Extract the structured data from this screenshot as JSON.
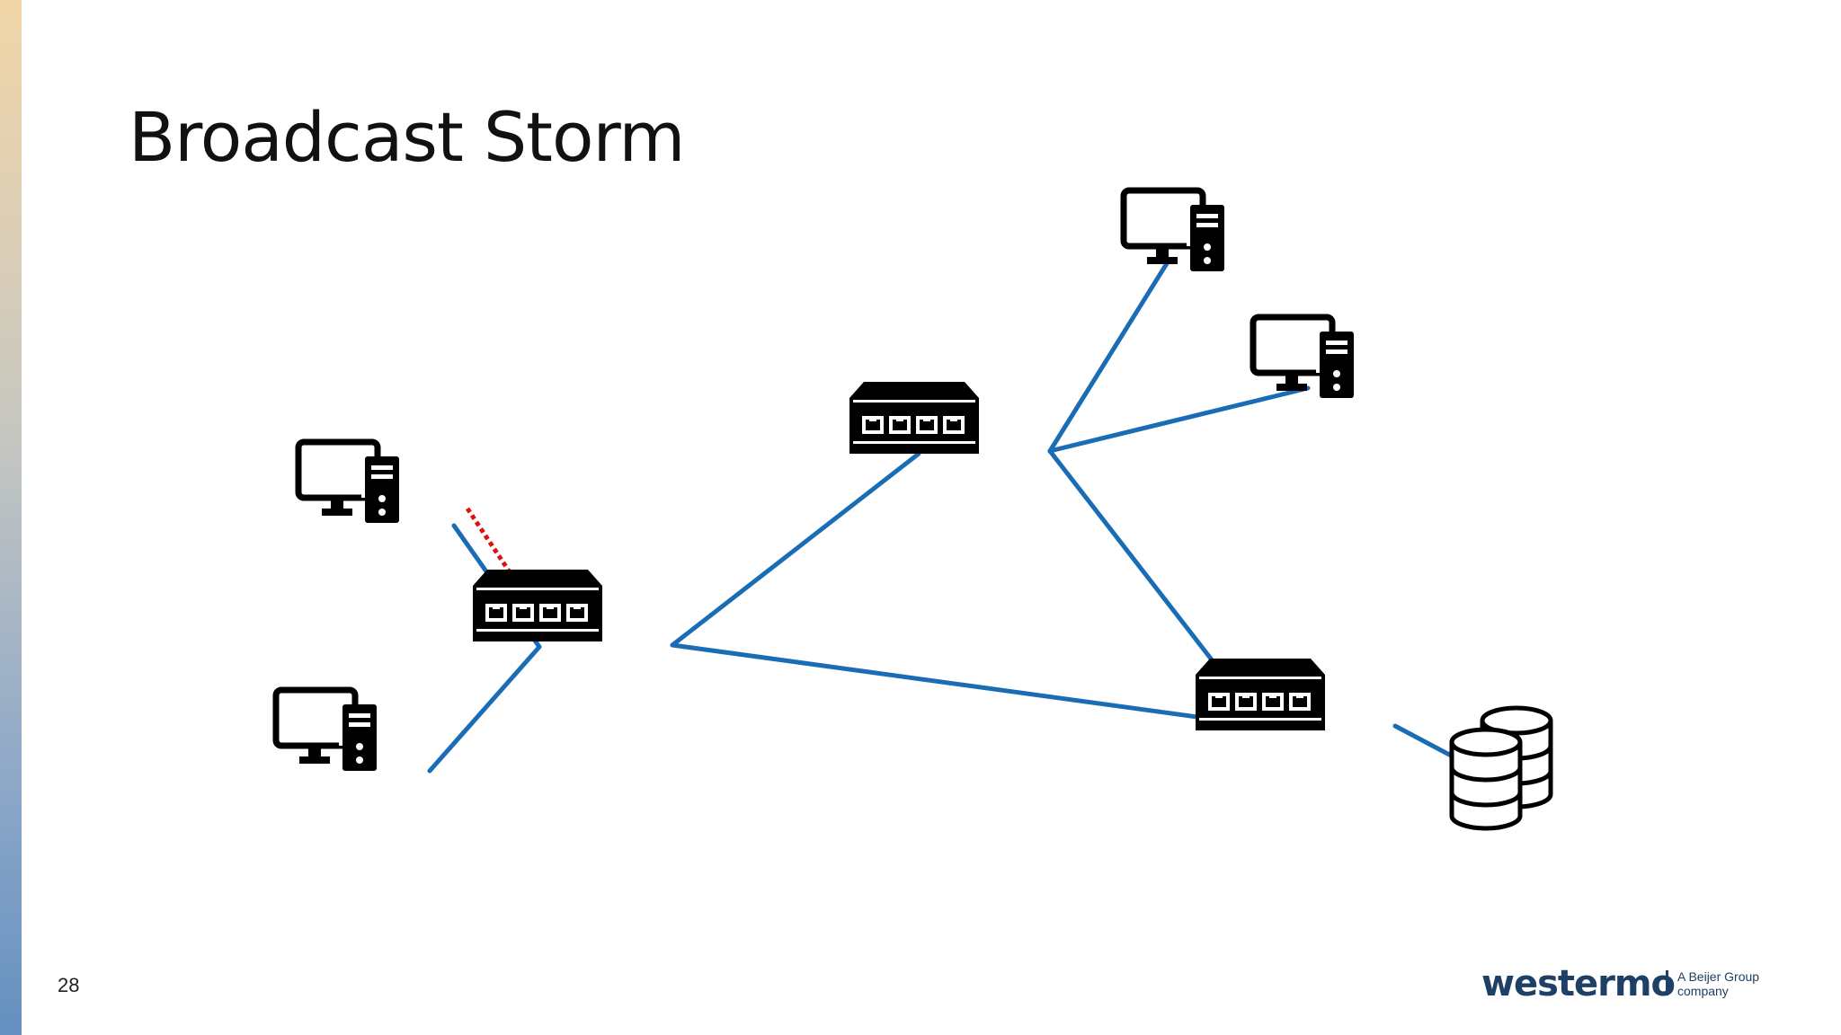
{
  "slide": {
    "title": "Broadcast Storm",
    "page_number": "28"
  },
  "logo": {
    "wordmark": "westermo",
    "tagline_line1": "A Beijer Group",
    "tagline_line2": "company"
  },
  "colors": {
    "link": "#1a6db5",
    "broadcast_arrow": "#e01010",
    "device": "#000000"
  },
  "diagram": {
    "nodes": [
      {
        "id": "pc-left-top",
        "type": "computer"
      },
      {
        "id": "pc-left-bottom",
        "type": "computer"
      },
      {
        "id": "switch-left",
        "type": "switch"
      },
      {
        "id": "switch-top",
        "type": "switch"
      },
      {
        "id": "switch-right",
        "type": "switch"
      },
      {
        "id": "pc-right-top",
        "type": "computer"
      },
      {
        "id": "pc-right-middle",
        "type": "computer"
      },
      {
        "id": "database",
        "type": "database"
      }
    ],
    "links": [
      [
        "pc-left-top",
        "switch-left"
      ],
      [
        "pc-left-bottom",
        "switch-left"
      ],
      [
        "switch-left",
        "switch-top"
      ],
      [
        "switch-left",
        "switch-right"
      ],
      [
        "switch-top",
        "switch-right"
      ],
      [
        "switch-top",
        "pc-right-top"
      ],
      [
        "switch-top",
        "pc-right-middle"
      ],
      [
        "switch-right",
        "database"
      ]
    ],
    "broadcast_arrow": {
      "from": "pc-left-top",
      "to": "switch-left",
      "style": "dotted"
    }
  }
}
